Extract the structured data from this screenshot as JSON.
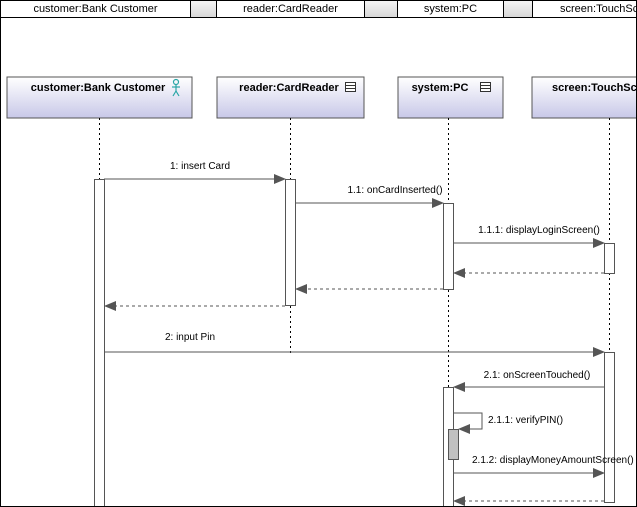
{
  "header": {
    "cells": [
      "customer:Bank Customer",
      "reader:CardReader",
      "system:PC",
      "screen:TouchScreen"
    ]
  },
  "lifelines": {
    "customer": {
      "label": "customer:Bank Customer",
      "icon": "actor-icon"
    },
    "reader": {
      "label": "reader:CardReader",
      "icon": "class-icon"
    },
    "system": {
      "label": "system:PC",
      "icon": "class-icon"
    },
    "screen": {
      "label": "screen:TouchScreen",
      "icon": "class-icon"
    }
  },
  "messages": {
    "m1": "1: insert Card",
    "m1_1": "1.1: onCardInserted()",
    "m1_1_1": "1.1.1: displayLoginScreen()",
    "m2": "2: input Pin",
    "m2_1": "2.1: onScreenTouched()",
    "m2_1_1": "2.1.1: verifyPIN()",
    "m2_1_2": "2.1.2: displayMoneyAmountScreen()"
  },
  "colors": {
    "lifeline_top": "#ffffff",
    "lifeline_bottom": "#c8c8e8",
    "actor_icon": "#2aa6a6",
    "self_activation": "#c0c0c0"
  }
}
